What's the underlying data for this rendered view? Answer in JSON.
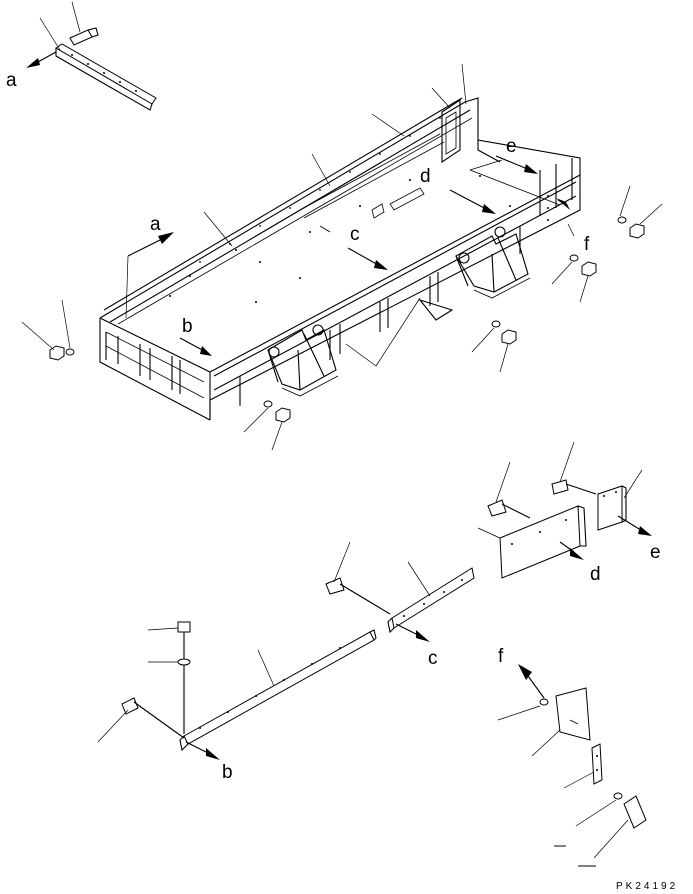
{
  "callouts": {
    "a_top": "a",
    "a_main": "a",
    "b_main": "b",
    "c_main": "c",
    "d_main": "d",
    "e_main": "e",
    "f_main": "f",
    "b_part": "b",
    "c_part": "c",
    "d_part": "d",
    "e_part": "e",
    "f_part": "f"
  },
  "drawing_code": "PK24192"
}
